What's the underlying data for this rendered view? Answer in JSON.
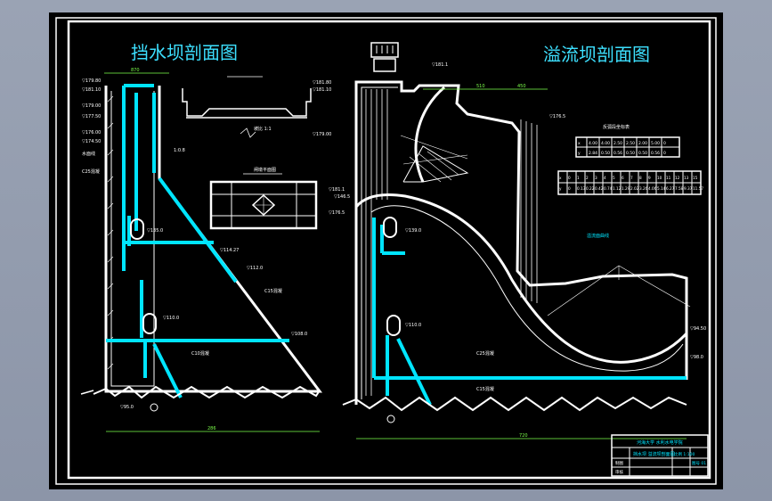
{
  "titles": {
    "retaining": "挡水坝剖面图",
    "spillway": "溢流坝剖面图"
  },
  "left_labels": {
    "el_crest": "▽179.80",
    "el_181": "▽181.10",
    "el_179": "▽179.00",
    "el_177": "▽177.50",
    "el_176": "▽176.00",
    "el_174": "▽174.50",
    "el_note1": "水面线",
    "el_note2": "C25混凝",
    "slope": "1:0.8",
    "gallery_upper": "▽135.0",
    "el_114": "▽114.27",
    "el_112": "▽112.0",
    "c15": "C15混凝",
    "gallery_lower": "▽110.0",
    "el_108": "▽108.0",
    "dim_bottom": "286",
    "c10": "C10混凝",
    "base_el": "▽95.0"
  },
  "crest_detail": {
    "el1": "▽181.80",
    "el2": "▽181.10",
    "el3": "▽179.00",
    "slope": "坡比 1:1"
  },
  "gate_detail_title": "闸墩平面图",
  "right_labels": {
    "el_top": "▽181.1",
    "el_pier": "▽176.5",
    "el_spill": "▽146.5",
    "gallery": "▽139.0",
    "gallery_lower": "▽110.0",
    "c25": "C25混凝",
    "c15": "C15混凝",
    "el_tail": "▽94.50",
    "el_tail2": "▽98.0",
    "note": "溢流面曲线",
    "dim_bottom": "720",
    "dim_top1": "510",
    "dim_top2": "450"
  },
  "table1": {
    "title": "反弧段坐标表",
    "rows": [
      [
        "x",
        "4.00",
        "4.00",
        "2.50",
        "2.50",
        "2.00",
        "5.00",
        "0"
      ],
      [
        "y",
        "2.84",
        "0.50",
        "0.56",
        "0.50",
        "0.50",
        "0.56",
        "0"
      ]
    ]
  },
  "table2": {
    "rows": [
      [
        "x",
        "0",
        "1",
        "2",
        "3",
        "4",
        "5",
        "6",
        "7",
        "8",
        "9",
        "10",
        "11",
        "12",
        "13",
        "15"
      ],
      [
        "y",
        "0",
        "0.13",
        "0.22",
        "0.42",
        "0.74",
        "1.12",
        "1.29",
        "2.02",
        "3.26",
        "4.06",
        "5.14",
        "6.27",
        "7.58",
        "9.37",
        "11.57"
      ]
    ]
  },
  "title_block": {
    "school": "河海大学 水利水电学院",
    "drawing": "挡水坝 溢流坝剖面图",
    "scale": "比例 1:100",
    "sheet": "图号 01",
    "drawn": "制图",
    "checked": "审核"
  },
  "colors": {
    "background": "#000000",
    "line": "#ffffff",
    "accent": "#00e5ff",
    "dimension": "#7cff4a",
    "table": "#ffffff"
  }
}
